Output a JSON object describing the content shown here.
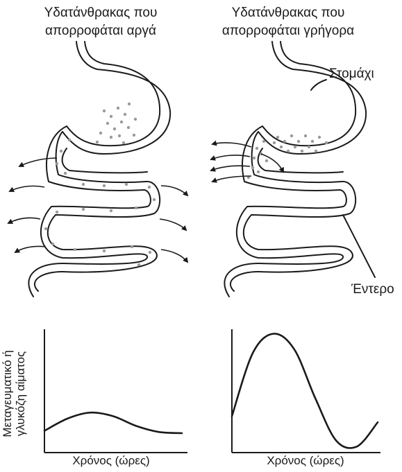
{
  "panels": {
    "slow": {
      "title_line1": "Υδατάνθρακας που",
      "title_line2": "απορροφάται αργά"
    },
    "fast": {
      "title_line1": "Υδατάνθρακας που",
      "title_line2": "απορροφάται γρήγορα"
    }
  },
  "labels": {
    "stomach": "Στομάχι",
    "intestine": "Έντερο"
  },
  "axes": {
    "ylabel_line1": "Μεταγευματικό ή",
    "ylabel_line2": "γλυκόζη αίματος",
    "xlabel_left": "Χρόνος (ώρες)",
    "xlabel_right": "Χρόνος (ώρες)"
  },
  "colors": {
    "line": "#1a1a1a",
    "particle": "#9a9a9a"
  },
  "chart_data": [
    {
      "type": "line",
      "xlabel": "Χρόνος (ώρες)",
      "series": [
        {
          "values": [
            0.18,
            0.28,
            0.33,
            0.3,
            0.22,
            0.17,
            0.16
          ]
        }
      ]
    },
    {
      "type": "line",
      "xlabel": "Χρόνος (ώρες)",
      "series": [
        {
          "values": [
            0.3,
            0.82,
            0.98,
            0.85,
            0.45,
            0.1,
            0.05,
            0.25
          ]
        }
      ]
    }
  ]
}
